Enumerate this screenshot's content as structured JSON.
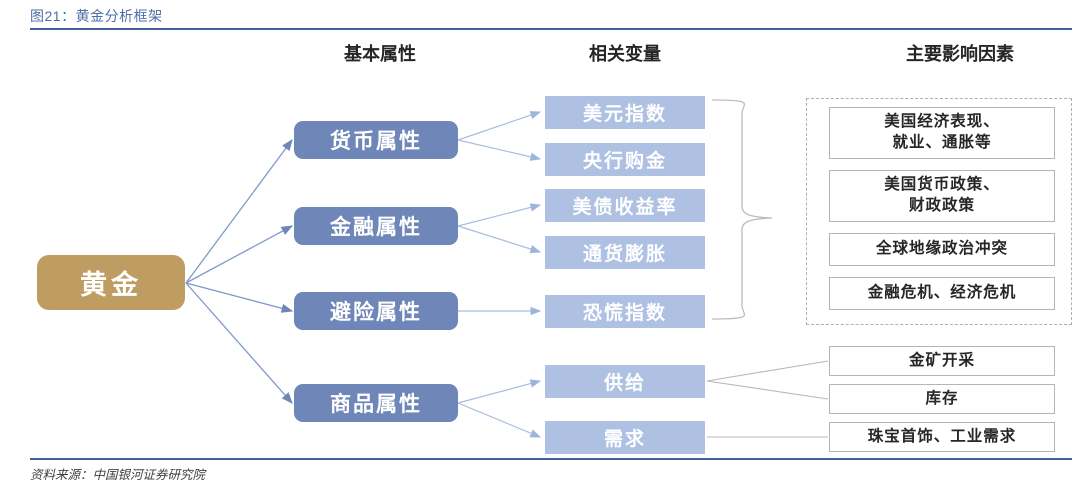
{
  "figure": {
    "title": "图21：黄金分析框架",
    "source": "资料来源：中国银河证券研究院",
    "accent_color": "#41619c",
    "title_color": "#4a6fa8"
  },
  "columns": [
    {
      "label": "基本属性"
    },
    {
      "label": "相关变量"
    },
    {
      "label": "主要影响因素"
    }
  ],
  "root": {
    "label": "黄金",
    "color": "#bf9d62",
    "text_color": "#ffffff"
  },
  "attributes": [
    {
      "label": "货币属性",
      "color": "#6f86b8"
    },
    {
      "label": "金融属性",
      "color": "#6f86b8"
    },
    {
      "label": "避险属性",
      "color": "#6f86b8"
    },
    {
      "label": "商品属性",
      "color": "#6f86b8"
    }
  ],
  "variables": [
    {
      "label": "美元指数",
      "color": "#aec1e3"
    },
    {
      "label": "央行购金",
      "color": "#aec1e3"
    },
    {
      "label": "美债收益率",
      "color": "#aec1e3"
    },
    {
      "label": "通货膨胀",
      "color": "#aec1e3"
    },
    {
      "label": "恐慌指数",
      "color": "#aec1e3"
    },
    {
      "label": "供给",
      "color": "#aec1e3"
    },
    {
      "label": "需求",
      "color": "#aec1e3"
    }
  ],
  "factors_grouped": [
    {
      "label": "美国经济表现、\n就业、通胀等"
    },
    {
      "label": "美国货币政策、\n财政政策"
    },
    {
      "label": "全球地缘政治冲突"
    },
    {
      "label": "金融危机、经济危机"
    }
  ],
  "factors_commodity": [
    {
      "label": "金矿开采"
    },
    {
      "label": "库存"
    },
    {
      "label": "珠宝首饰、工业需求"
    }
  ],
  "chart_data": {
    "type": "diagram",
    "title": "黄金分析框架",
    "levels": [
      "基本属性",
      "相关变量",
      "主要影响因素"
    ],
    "nodes": {
      "root": "黄金",
      "attributes": [
        "货币属性",
        "金融属性",
        "避险属性",
        "商品属性"
      ],
      "variables": [
        "美元指数",
        "央行购金",
        "美债收益率",
        "通货膨胀",
        "恐慌指数",
        "供给",
        "需求"
      ],
      "factors": [
        "美国经济表现、就业、通胀等",
        "美国货币政策、财政政策",
        "全球地缘政治冲突",
        "金融危机、经济危机",
        "金矿开采",
        "库存",
        "珠宝首饰、工业需求"
      ]
    },
    "edges": [
      [
        "黄金",
        "货币属性"
      ],
      [
        "黄金",
        "金融属性"
      ],
      [
        "黄金",
        "避险属性"
      ],
      [
        "黄金",
        "商品属性"
      ],
      [
        "货币属性",
        "美元指数"
      ],
      [
        "货币属性",
        "央行购金"
      ],
      [
        "金融属性",
        "美债收益率"
      ],
      [
        "金融属性",
        "通货膨胀"
      ],
      [
        "避险属性",
        "恐慌指数"
      ],
      [
        "商品属性",
        "供给"
      ],
      [
        "商品属性",
        "需求"
      ],
      [
        "美元指数|央行购金|美债收益率|通货膨胀|恐慌指数",
        "美国经济表现、就业、通胀等|美国货币政策、财政政策|全球地缘政治冲突|金融危机、经济危机"
      ],
      [
        "供给",
        "金矿开采"
      ],
      [
        "供给",
        "库存"
      ],
      [
        "需求",
        "珠宝首饰、工业需求"
      ]
    ]
  }
}
